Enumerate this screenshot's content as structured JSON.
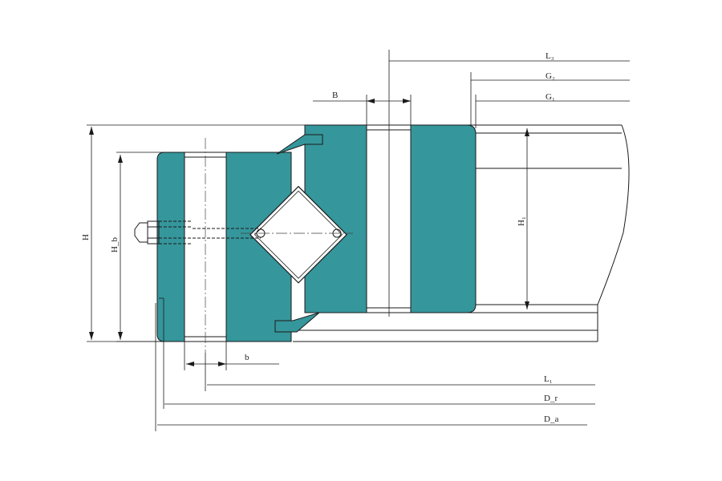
{
  "colors": {
    "ring": "#35969b",
    "line": "#1a1a1a",
    "background": "#ffffff"
  },
  "labels": {
    "L3": "L₃",
    "G2": "G₂",
    "G1": "G₁",
    "B_top": "B",
    "H": "H",
    "Hb": "H_b",
    "H1": "H₁",
    "b": "b",
    "L1": "L₁",
    "Dr": "D_r",
    "Da": "D_a"
  }
}
